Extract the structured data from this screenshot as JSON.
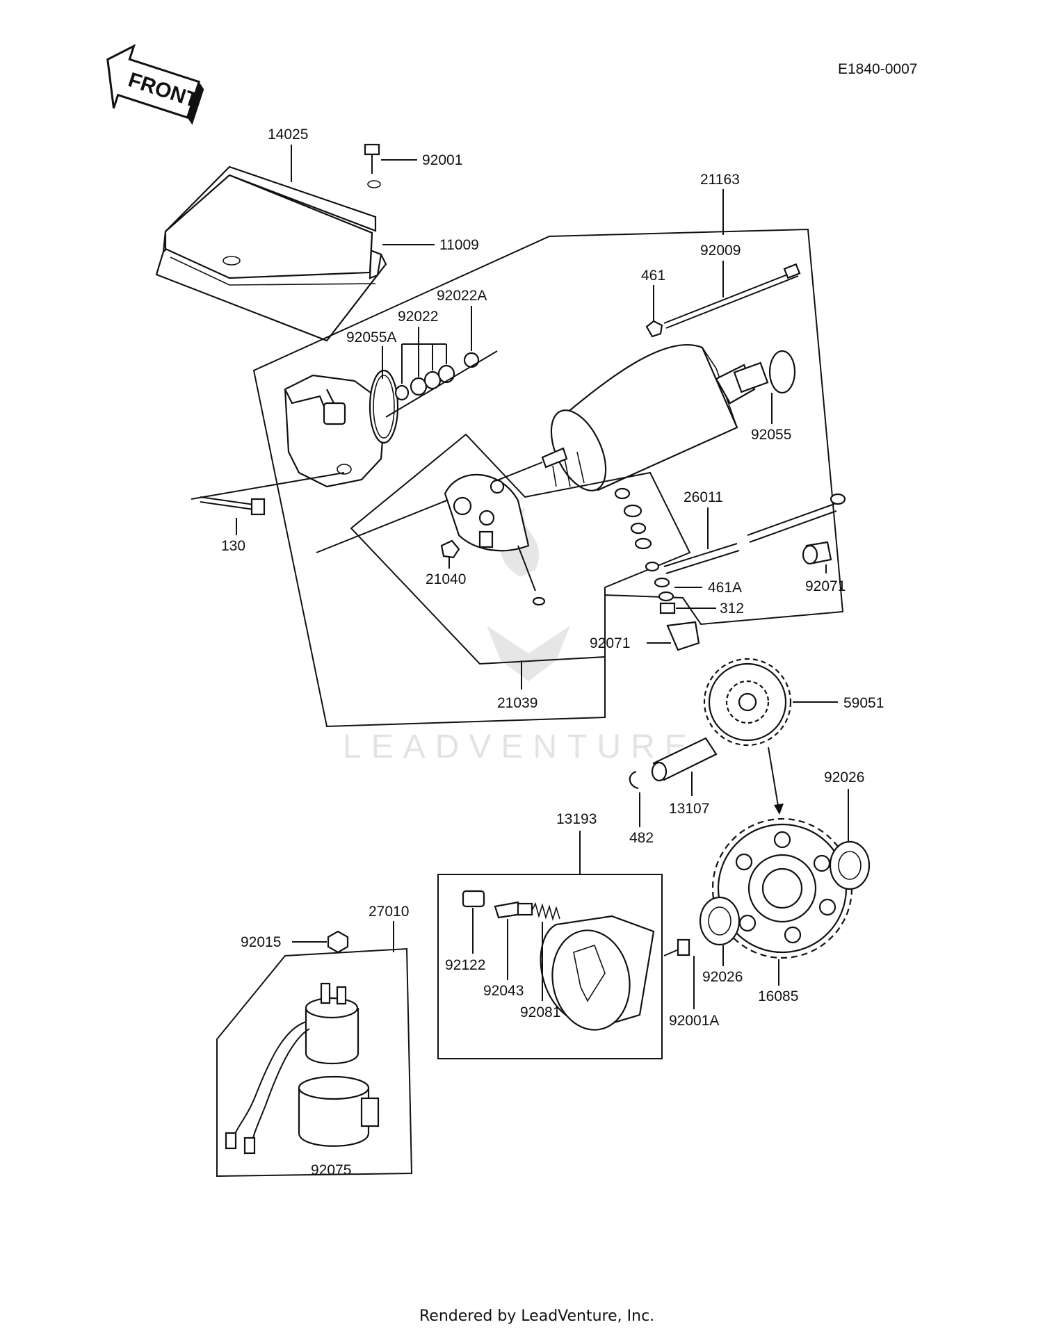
{
  "drawing_code": "E1840-0007",
  "front_label": "FRONT",
  "watermark": "LEADVENTURE",
  "footer": "Rendered by LeadVenture, Inc.",
  "callouts": {
    "p14025": "14025",
    "p92001": "92001",
    "p11009": "11009",
    "p21163": "21163",
    "p92009": "92009",
    "p461": "461",
    "p92022A": "92022A",
    "p92022": "92022",
    "p92055A": "92055A",
    "p92055": "92055",
    "p130": "130",
    "p26011": "26011",
    "p21040": "21040",
    "p92071a": "92071",
    "p461A": "461A",
    "p312": "312",
    "p92071b": "92071",
    "p21039": "21039",
    "p59051": "59051",
    "p92026a": "92026",
    "p13107": "13107",
    "p482": "482",
    "p13193": "13193",
    "p27010": "27010",
    "p92015": "92015",
    "p92122": "92122",
    "p92043": "92043",
    "p92081": "92081",
    "p92001A": "92001A",
    "p92026b": "92026",
    "p16085": "16085",
    "p92075": "92075"
  }
}
